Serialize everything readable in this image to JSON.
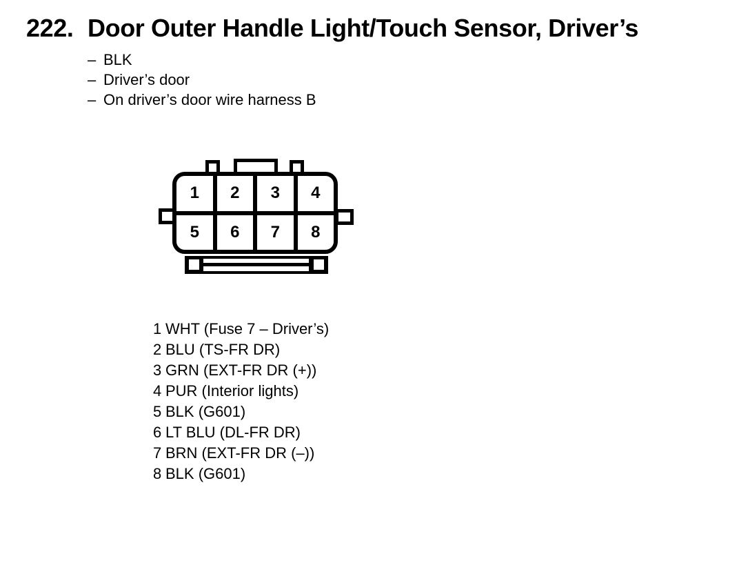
{
  "colors": {
    "ink": "#000000",
    "paper": "#ffffff"
  },
  "header": {
    "number": "222.",
    "title": "Door Outer Handle Light/Touch Sensor, Driver’s"
  },
  "notes": {
    "marker": "–",
    "items": [
      "BLK",
      "Driver’s door",
      "On driver’s door wire harness B"
    ]
  },
  "connector": {
    "description": "8-cavity connector, front view, 2 rows of 4",
    "pins": [
      "1",
      "2",
      "3",
      "4",
      "5",
      "6",
      "7",
      "8"
    ]
  },
  "pinout": [
    {
      "pin": "1",
      "desc": "WHT (Fuse 7 – Driver’s)"
    },
    {
      "pin": "2",
      "desc": "BLU (TS-FR DR)"
    },
    {
      "pin": "3",
      "desc": "GRN (EXT-FR DR (+))"
    },
    {
      "pin": "4",
      "desc": "PUR (Interior lights)"
    },
    {
      "pin": "5",
      "desc": "BLK (G601)"
    },
    {
      "pin": "6",
      "desc": "LT BLU (DL-FR DR)"
    },
    {
      "pin": "7",
      "desc": "BRN (EXT-FR DR (–))"
    },
    {
      "pin": "8",
      "desc": "BLK (G601)"
    }
  ]
}
